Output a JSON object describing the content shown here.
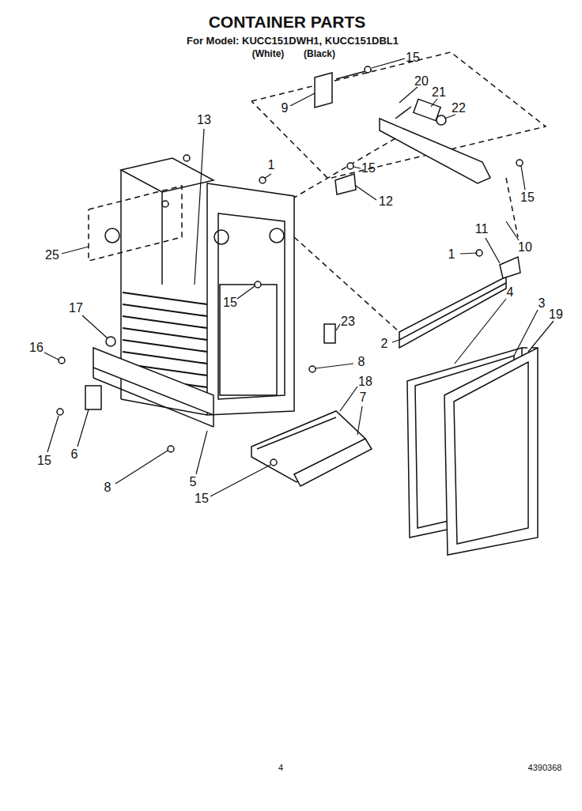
{
  "diagram": {
    "title": "CONTAINER PARTS",
    "labels": [
      "For Model: KUCC151DWH1, KUCC151DBL1",
      "(White)",
      "(Black)",
      "15",
      "9",
      "20",
      "21",
      "22",
      "13",
      "1",
      "15",
      "12",
      "15",
      "10",
      "11",
      "1",
      "25",
      "4",
      "3",
      "19",
      "17",
      "15",
      "23",
      "2",
      "16",
      "8",
      "18",
      "7",
      "15",
      "6",
      "8",
      "5",
      "15",
      "4",
      "4390368"
    ]
  }
}
